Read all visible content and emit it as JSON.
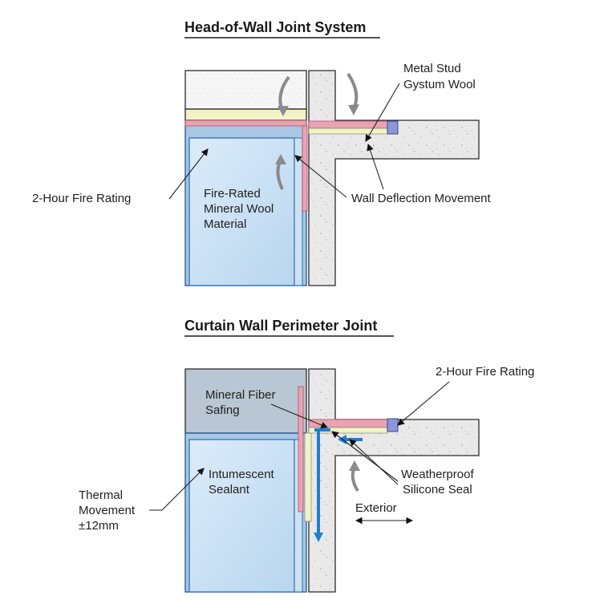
{
  "diagrams": [
    {
      "title": "Head-of-Wall Joint System",
      "labels": {
        "metal_stud": "Metal Stud",
        "gypsum_wool": "Gystum Wool",
        "fire_rating": "2-Hour Fire Rating",
        "mineral_wool_l1": "Fire-Rated",
        "mineral_wool_l2": "Mineral Wool",
        "mineral_wool_l3": "Material",
        "deflection": "Wall Deflection Movement"
      }
    },
    {
      "title": "Curtain Wall Perimeter Joint",
      "labels": {
        "fire_rating": "2-Hour Fire Rating",
        "safing_l1": "Mineral Fiber",
        "safing_l2": "Safing",
        "intumescent_l1": "Intumescent",
        "intumescent_l2": "Sealant",
        "thermal_l1": "Thermal",
        "thermal_l2": "Movement",
        "thermal_l3": "±12mm",
        "seal_l1": "Weatherproof",
        "seal_l2": "Silicone Seal",
        "exterior": "Exterior"
      }
    }
  ],
  "colors": {
    "concrete": "#e8e8e8",
    "glass": "#cfe4f5",
    "glass_edge": "#3d7fc1",
    "fire_strip": "#e8a4b2",
    "insulation": "#f2f3c4",
    "seal_block": "#8c97d8",
    "movement_arrow": "#1f7fd0",
    "safing_panel": "#b9c6d3"
  }
}
